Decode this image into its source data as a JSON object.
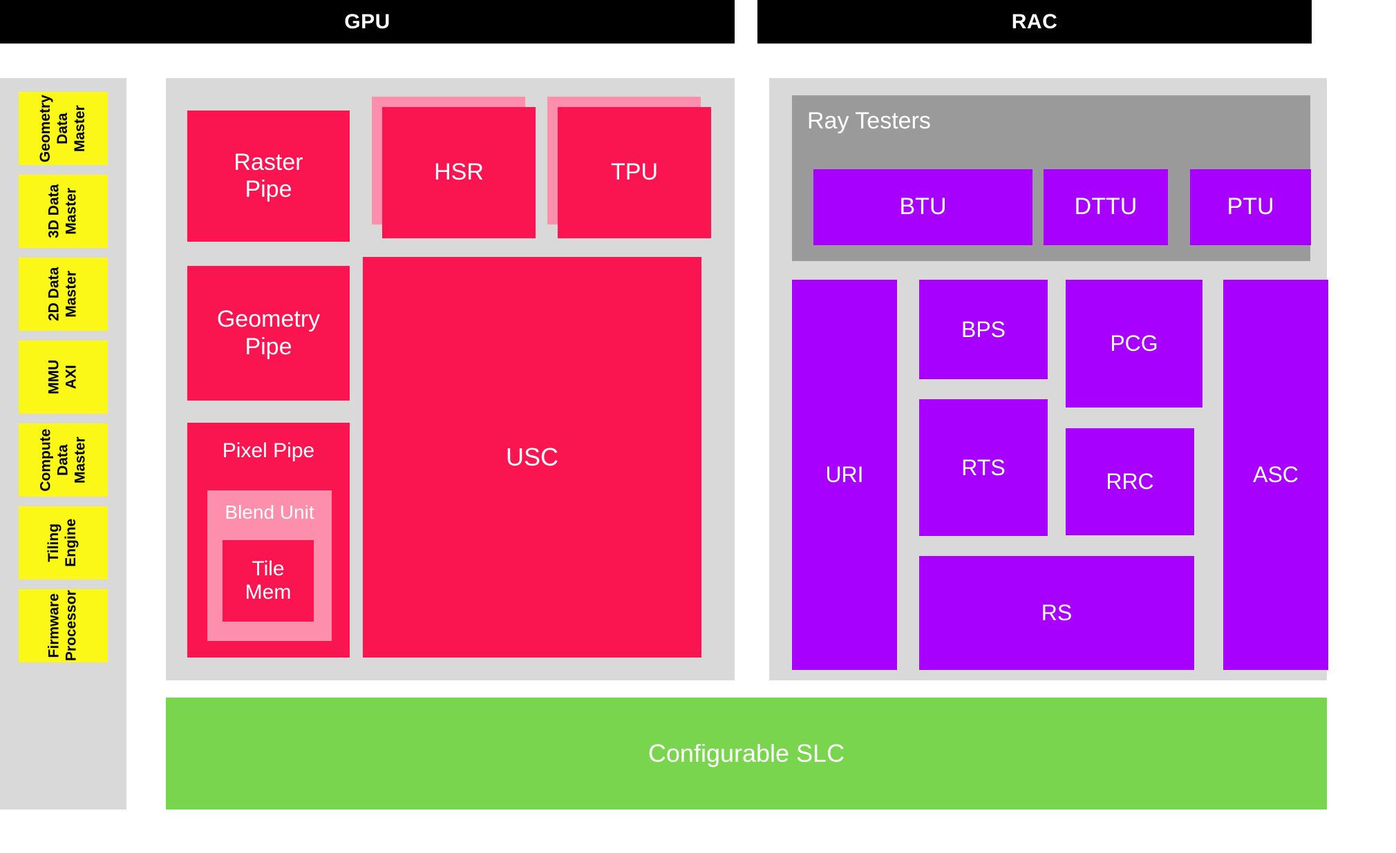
{
  "headers": {
    "gpu": "GPU",
    "rac": "RAC"
  },
  "sidebar": {
    "items": [
      {
        "label": "Geometry\nData\nMaster"
      },
      {
        "label": "3D Data\nMaster"
      },
      {
        "label": "2D Data\nMaster"
      },
      {
        "label": "MMU\nAXI"
      },
      {
        "label": "Compute\nData\nMaster"
      },
      {
        "label": "Tiling\nEngine"
      },
      {
        "label": "Firmware\nProcessor"
      }
    ]
  },
  "gpu": {
    "raster_pipe": "Raster\nPipe",
    "hsr": "HSR",
    "tpu": "TPU",
    "geometry_pipe": "Geometry\nPipe",
    "pixel_pipe": "Pixel Pipe",
    "blend_unit": "Blend Unit",
    "tile_mem": "Tile\nMem",
    "usc": "USC"
  },
  "rac": {
    "ray_testers": "Ray Testers",
    "btu": "BTU",
    "dttu": "DTTU",
    "ptu": "PTU",
    "uri": "URI",
    "bps": "BPS",
    "pcg": "PCG",
    "rts": "RTS",
    "rrc": "RRC",
    "rs": "RS",
    "asc": "ASC"
  },
  "footer": {
    "slc": "Configurable SLC"
  },
  "colors": {
    "header_bg": "#000000",
    "panel_bg": "#d9d9d9",
    "gpu_block": "#fa1450",
    "gpu_block_shadow": "#fd8fad",
    "sidebar_chip": "#fbf818",
    "rac_block": "#a800ff",
    "ray_testers_bg": "#9a9a9a",
    "slc_bg": "#79d44e",
    "text_light": "#ffffff",
    "text_dark": "#000000"
  }
}
